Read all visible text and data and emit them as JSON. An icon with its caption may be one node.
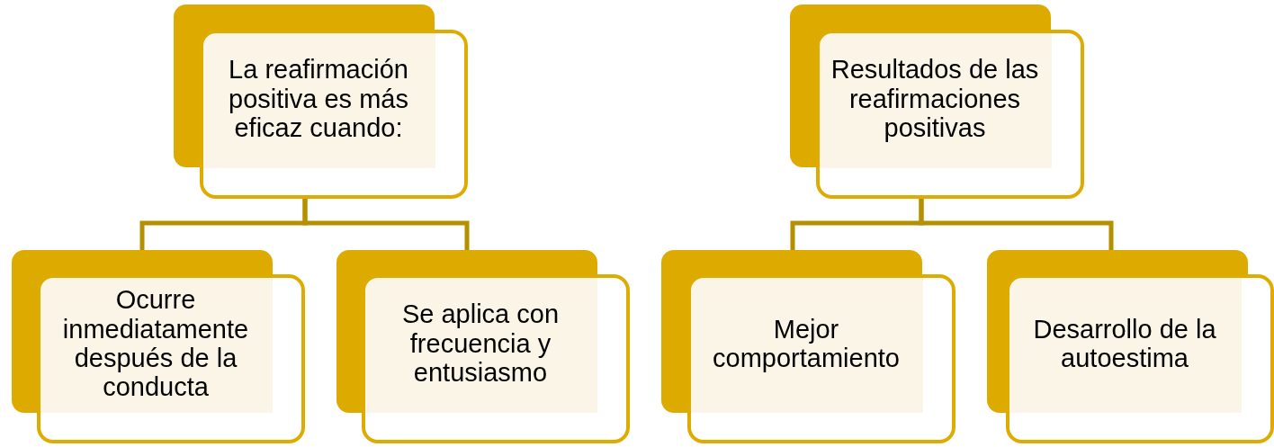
{
  "diagram": {
    "nodes": [
      {
        "text": [
          "La reafirmación positiva es más eficaz cuando:"
        ]
      },
      {
        "text": [
          "Ocurre inmediatamente después de la conducta"
        ]
      },
      {
        "text": [
          "Se aplica con frecuencia y entusiasmo"
        ]
      },
      {
        "text": [
          "Resultados de las reafirmaciones positivas"
        ]
      },
      {
        "text": [
          "Mejor comportamiento"
        ]
      },
      {
        "text": [
          "Desarrollo de la autoestima"
        ]
      }
    ],
    "edges": [
      {
        "from": 0,
        "to": 1,
        "arrow": "none"
      },
      {
        "from": 0,
        "to": 2,
        "arrow": "none"
      },
      {
        "from": 3,
        "to": 4,
        "arrow": "none"
      },
      {
        "from": 3,
        "to": 5,
        "arrow": "none"
      }
    ]
  }
}
